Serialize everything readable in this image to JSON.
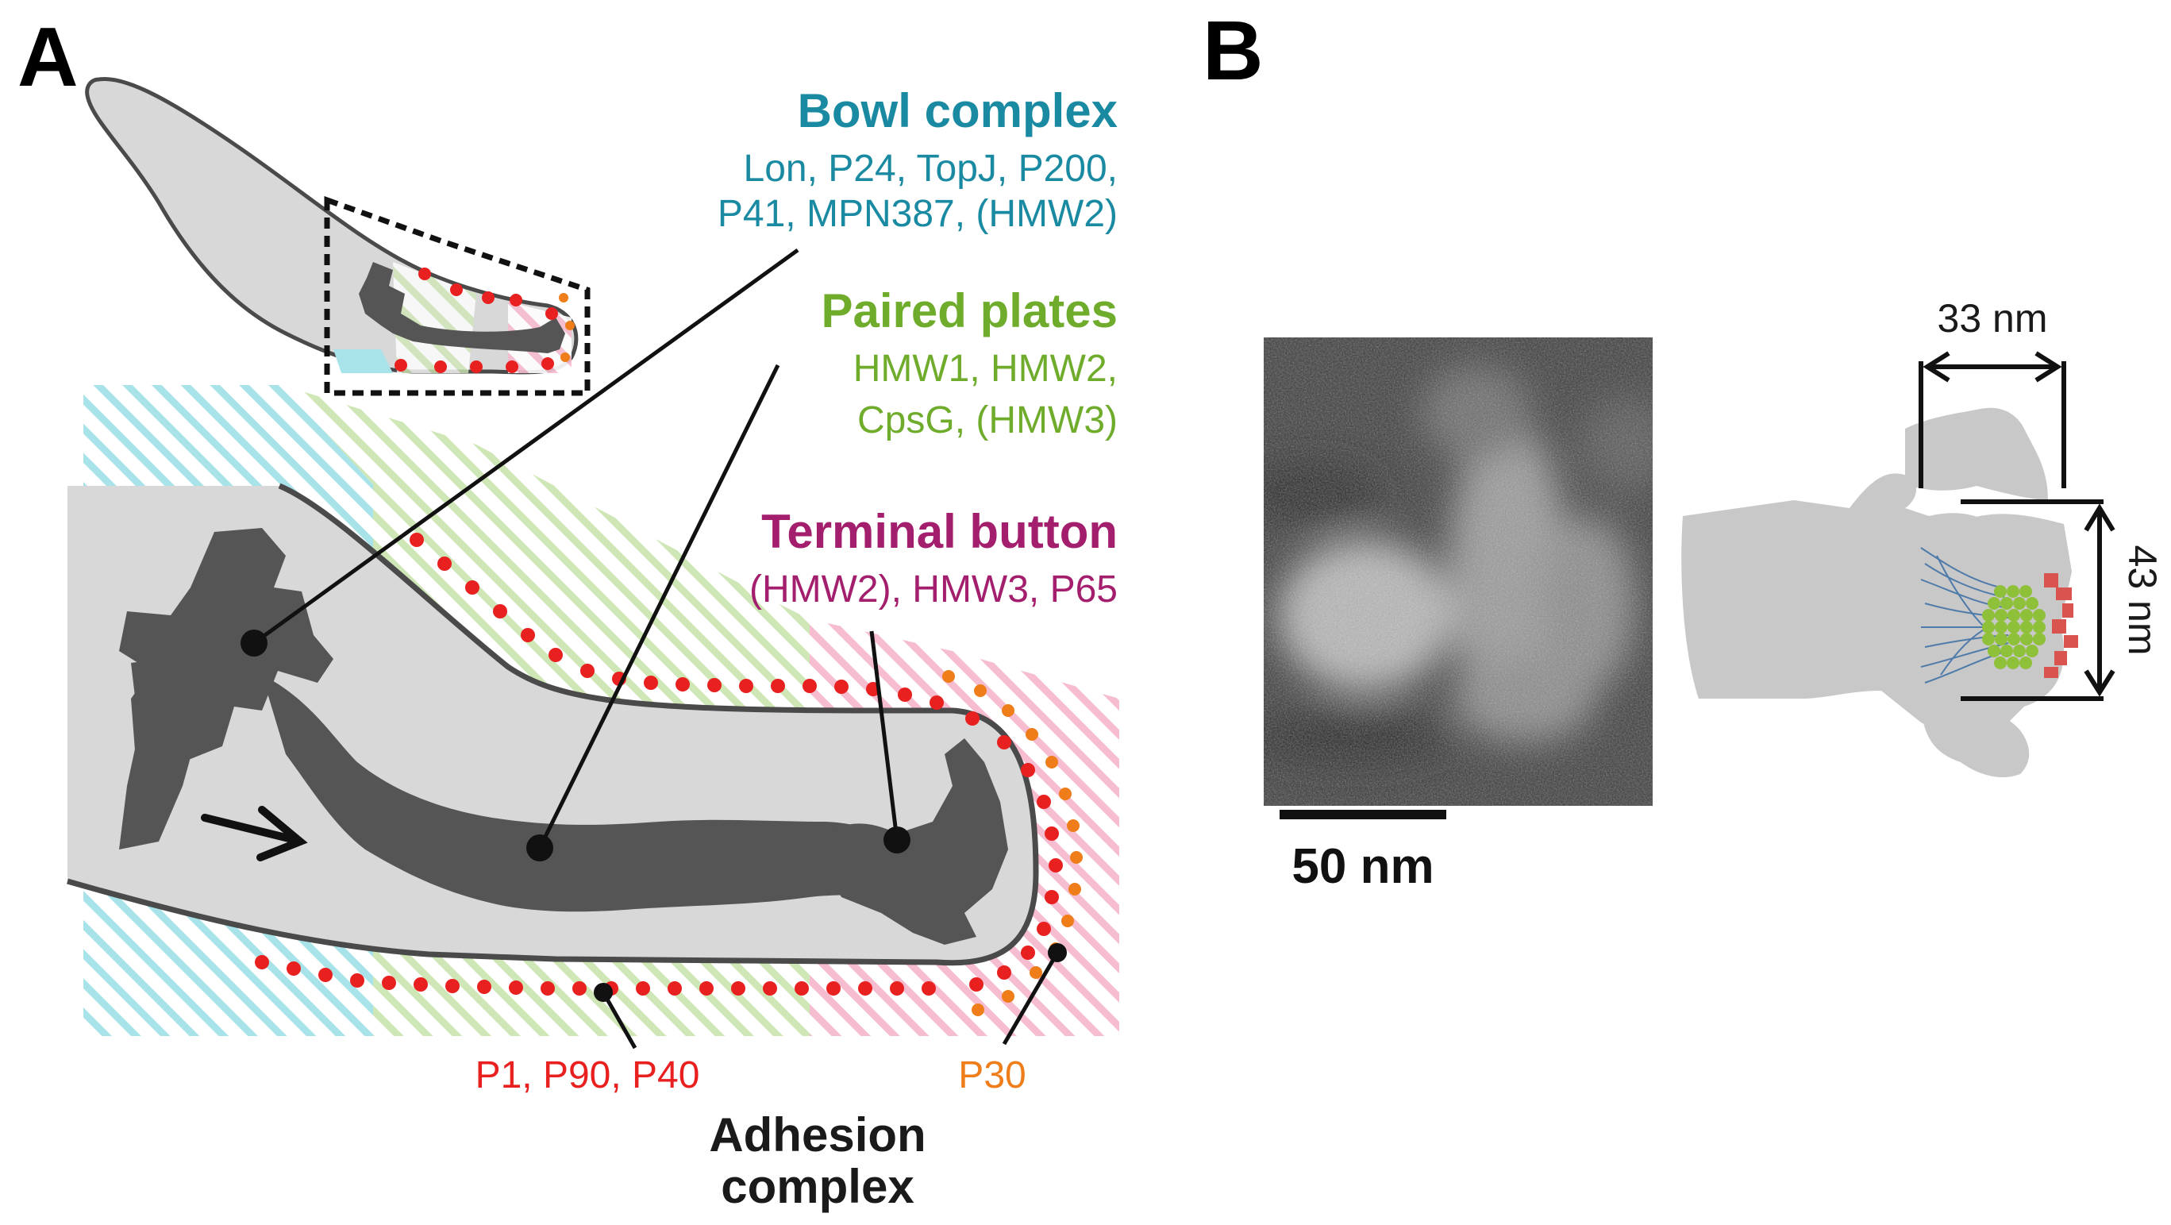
{
  "panels": {
    "a": "A",
    "b": "B"
  },
  "labels": {
    "bowl": {
      "title": "Bowl complex",
      "line1": "Lon, P24, TopJ, P200,",
      "line2": "P41, MPN387, (HMW2)",
      "color": "#1a8aa2"
    },
    "plates": {
      "title": "Paired plates",
      "line1": "HMW1, HMW2,",
      "line2": "CpsG, (HMW3)",
      "color": "#6fac2c"
    },
    "button": {
      "title": "Terminal button",
      "line1": "(HMW2), HMW3, P65",
      "color": "#a31f6d"
    },
    "p1": {
      "text": "P1, P90, P40",
      "color": "#e8201f"
    },
    "p30": {
      "text": "P30",
      "color": "#ee7d1a"
    },
    "adhesion": {
      "line1": "Adhesion",
      "line2": "complex"
    }
  },
  "panel_b": {
    "width_label": "33 nm",
    "height_label": "43 nm",
    "scale_bar": "50 nm"
  }
}
